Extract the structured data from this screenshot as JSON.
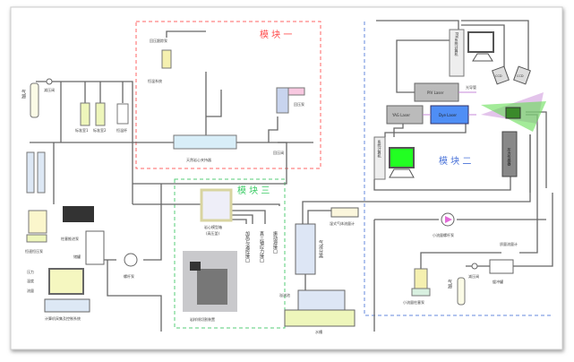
{
  "modules": {
    "one": "模 块 一",
    "two": "模 块 二",
    "three": "模 块 三"
  },
  "colors": {
    "module_one": "#ff4d4d",
    "module_two": "#4a73d9",
    "module_three": "#3ccc66",
    "dye_laser": "#4f8ef5",
    "laser_sheet": "#66dd55"
  },
  "left": {
    "gas_source": "气源",
    "pressure_reducer": "减压阀",
    "standard_chamber_1": "标准室1",
    "standard_chamber_2": "标准室2",
    "thermo_cup": "恒温杯",
    "constant_pump": "恒速恒压泵",
    "plunger_pusher": "柱塞推进泵",
    "tank": "储罐",
    "screw_pump": "螺杆泵",
    "readings": [
      "压力",
      "温度",
      "流量"
    ],
    "computer": "计算机采集及控制系统"
  },
  "module_one": {
    "back_pressure_pump": "回压跟踪泵",
    "thermostat": "恒温系统",
    "core_holder": "天然岩心夹持器",
    "back_pressure_valve": "回压阀",
    "pressure_gauge": "回压泵"
  },
  "module_three": {
    "model_box": "岩心模型箱",
    "model_box_sub": "(高压釜)",
    "ports": [
      "加热与温控接口",
      "真三轴应力接口",
      "振动源接口"
    ],
    "cutter": "岩样线切割装置"
  },
  "middle": {
    "separator": "气液分离",
    "gas_flowmeter": "湿式气体流量计",
    "overflow": "溢流池",
    "water_tank": "水槽"
  },
  "module_two": {
    "piv_computer": "PIV系统计算机",
    "ccd": [
      "CCD",
      "CCD"
    ],
    "light_guide": "光导管",
    "piv_laser": "PIV Laser",
    "yag_laser": "YAG Laser",
    "dye_laser": "Dye Laser",
    "system_computer": "系统计算机",
    "sensor": "压力传感器",
    "small_screw_pump": "小流量螺杆泵",
    "mass_flowmeter": "质量流量计",
    "small_plunger_pump": "小流量柱塞泵",
    "gas_source": "气源",
    "pressure_reducer": "减压阀",
    "buffer": "缓冲罐"
  }
}
